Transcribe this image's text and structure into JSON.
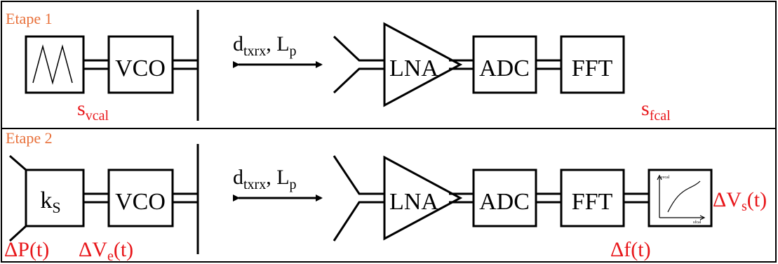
{
  "colors": {
    "stage_label": "#e8703a",
    "signal_label": "#e8161a",
    "stroke": "#000000",
    "background": "#ffffff"
  },
  "stage1": {
    "title": "Etape 1",
    "vco_label": "VCO",
    "link_distance_main": "d",
    "link_distance_sub": "txrx",
    "link_loss_main": "L",
    "link_loss_sub": "p",
    "lna_label": "LNA",
    "adc_label": "ADC",
    "fft_label": "FFT",
    "svcal_main": "s",
    "svcal_sub": "vcal",
    "sfcal_main": "s",
    "sfcal_sub": "fcal"
  },
  "stage2": {
    "title": "Etape 2",
    "ks_main": "k",
    "ks_sub": "S",
    "vco_label": "VCO",
    "link_distance_main": "d",
    "link_distance_sub": "txrx",
    "link_loss_main": "L",
    "link_loss_sub": "p",
    "lna_label": "LNA",
    "adc_label": "ADC",
    "fft_label": "FFT",
    "calib_plot_ylabel": "svcal",
    "calib_plot_xlabel": "sfcal",
    "dP_label": "ΔP(t)",
    "dVe_main": "ΔV",
    "dVe_sub": "e",
    "dVe_tail": "(t)",
    "df_label": "Δf(t)",
    "dVs_main": "ΔV",
    "dVs_sub": "s",
    "dVs_tail": "(t)"
  }
}
